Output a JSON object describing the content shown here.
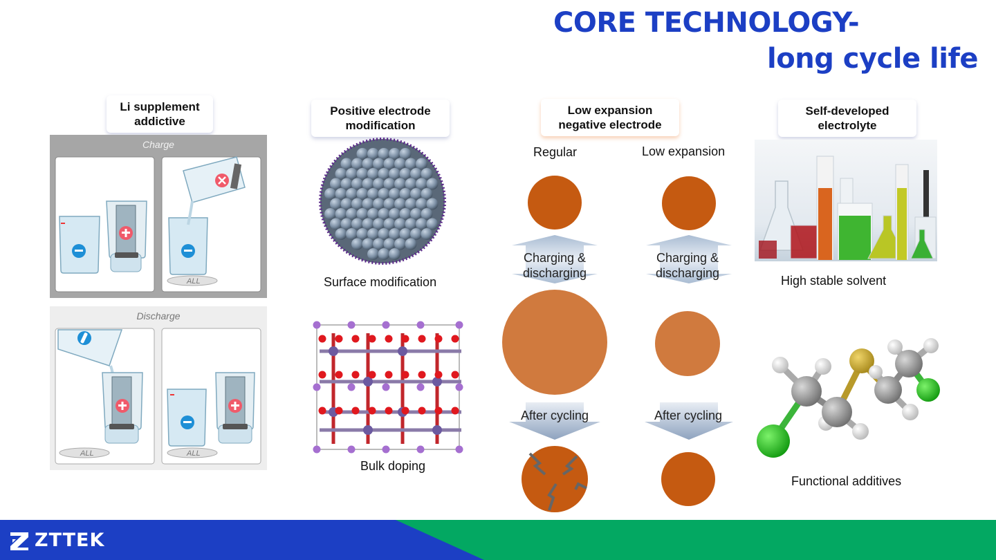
{
  "title": {
    "line1": "CORE TECHNOLOGY-",
    "line2": "long cycle life"
  },
  "columns": {
    "li_supplement": {
      "heading": "Li supplement addictive",
      "charge_label": "Charge",
      "discharge_label": "Discharge",
      "tag": "ALL"
    },
    "positive": {
      "heading": "Positive electrode modification",
      "caption1": "Surface modification",
      "caption2": "Bulk doping"
    },
    "negative": {
      "heading_line1": "Low expansion",
      "heading_line2": "negative electrode",
      "regular": "Regular",
      "low_expansion": "Low expansion",
      "charging_line1": "Charging &",
      "charging_line2": "discharging",
      "after_cycling": "After cycling"
    },
    "electrolyte": {
      "heading": "Self-developed electrolyte",
      "caption1": "High stable solvent",
      "caption2": "Functional additives"
    }
  },
  "footer": {
    "brand": "ZTTEK"
  },
  "colors": {
    "title_blue": "#1c3fc4",
    "footer_green": "#03a862",
    "particle_orange": "#c55a11",
    "particle_light": "#d07a3e"
  }
}
